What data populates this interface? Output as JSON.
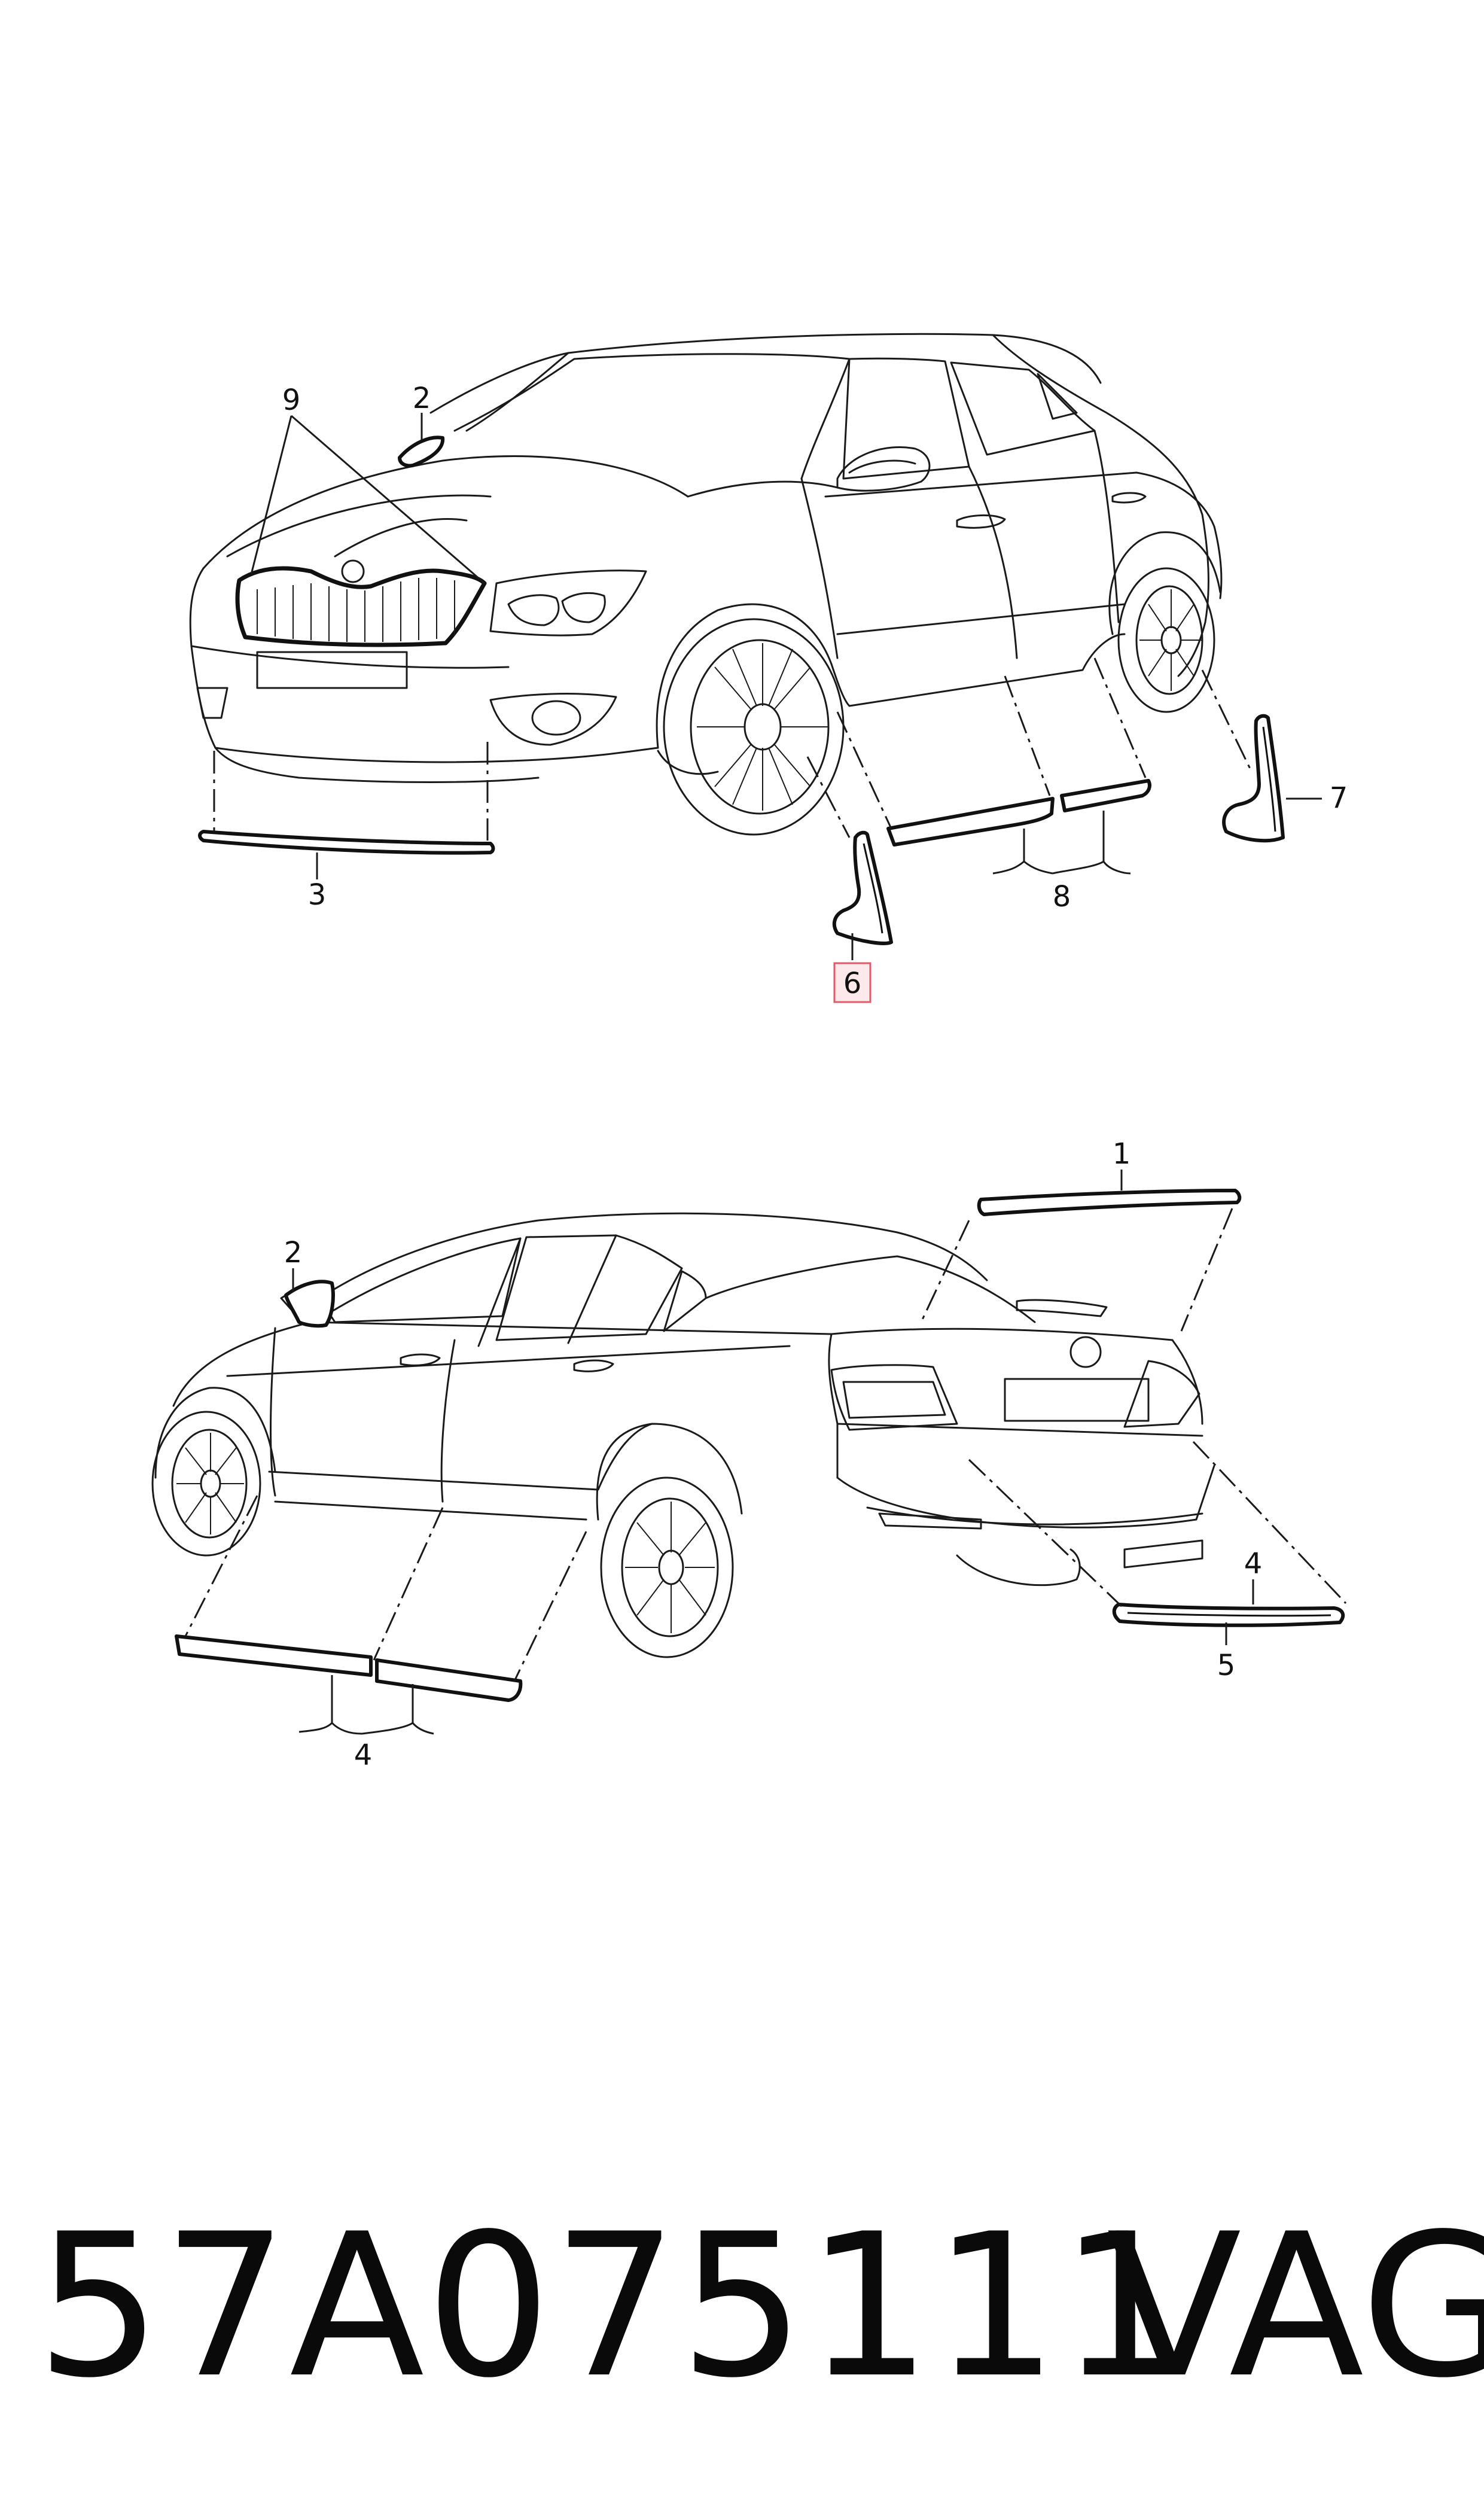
{
  "footer": {
    "part_number": "57A075111",
    "brand": "VAG"
  },
  "front_view": {
    "callouts": {
      "c9": "9",
      "c2": "2",
      "c3": "3",
      "c6": "6",
      "c7": "7",
      "c8": "8"
    },
    "highlighted_callout": "6",
    "highlight_color": "#e05a6a"
  },
  "rear_view": {
    "callouts": {
      "c1": "1",
      "c2": "2",
      "c4_side": "4",
      "c4_rear": "4",
      "c5": "5"
    }
  }
}
